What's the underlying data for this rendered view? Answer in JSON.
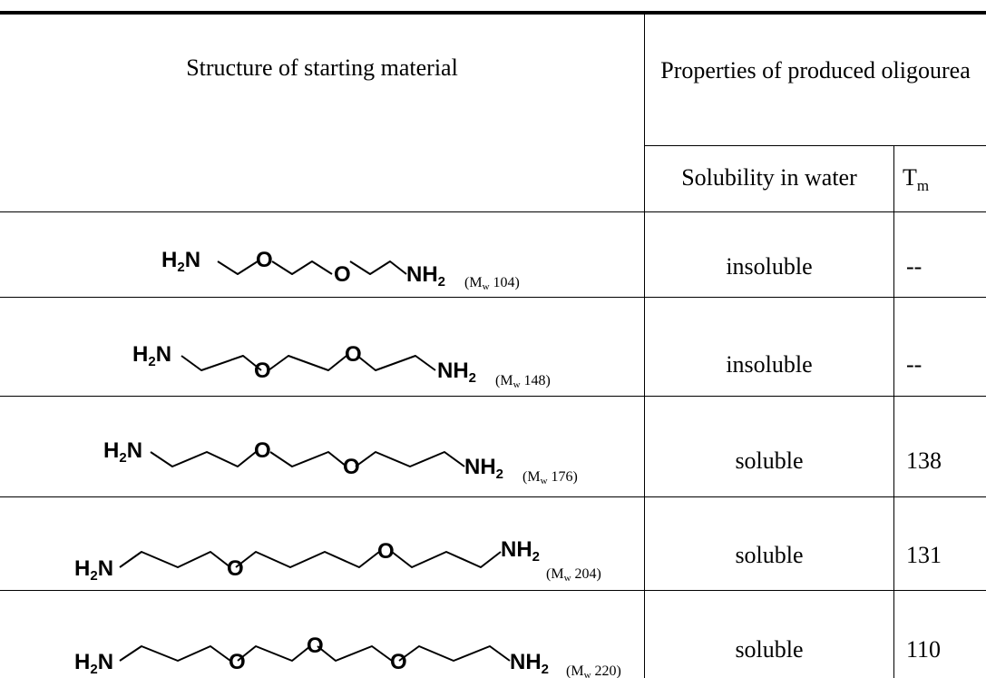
{
  "header": {
    "structure": "Structure of starting material",
    "properties": "Properties of produced oligourea",
    "solubility": "Solubility in water",
    "tm_main": "T",
    "tm_sub": "m"
  },
  "rows": [
    {
      "mw_label": "(M",
      "mw_sub": "w",
      "mw_value": " 104)",
      "solubility": "insoluble",
      "tm": "--"
    },
    {
      "mw_label": "(M",
      "mw_sub": "w",
      "mw_value": " 148)",
      "solubility": "insoluble",
      "tm": "--"
    },
    {
      "mw_label": "(M",
      "mw_sub": "w",
      "mw_value": " 176)",
      "solubility": "soluble",
      "tm": "138"
    },
    {
      "mw_label": "(M",
      "mw_sub": "w",
      "mw_value": " 204)",
      "solubility": "soluble",
      "tm": "131"
    },
    {
      "mw_label": "(M",
      "mw_sub": "w",
      "mw_value": " 220)",
      "solubility": "soluble",
      "tm": "110"
    }
  ],
  "atoms": {
    "amine": "H",
    "amine_sub": "2",
    "amine_n": "N",
    "nh": "NH",
    "nh_sub": "2",
    "oxygen": "O"
  }
}
